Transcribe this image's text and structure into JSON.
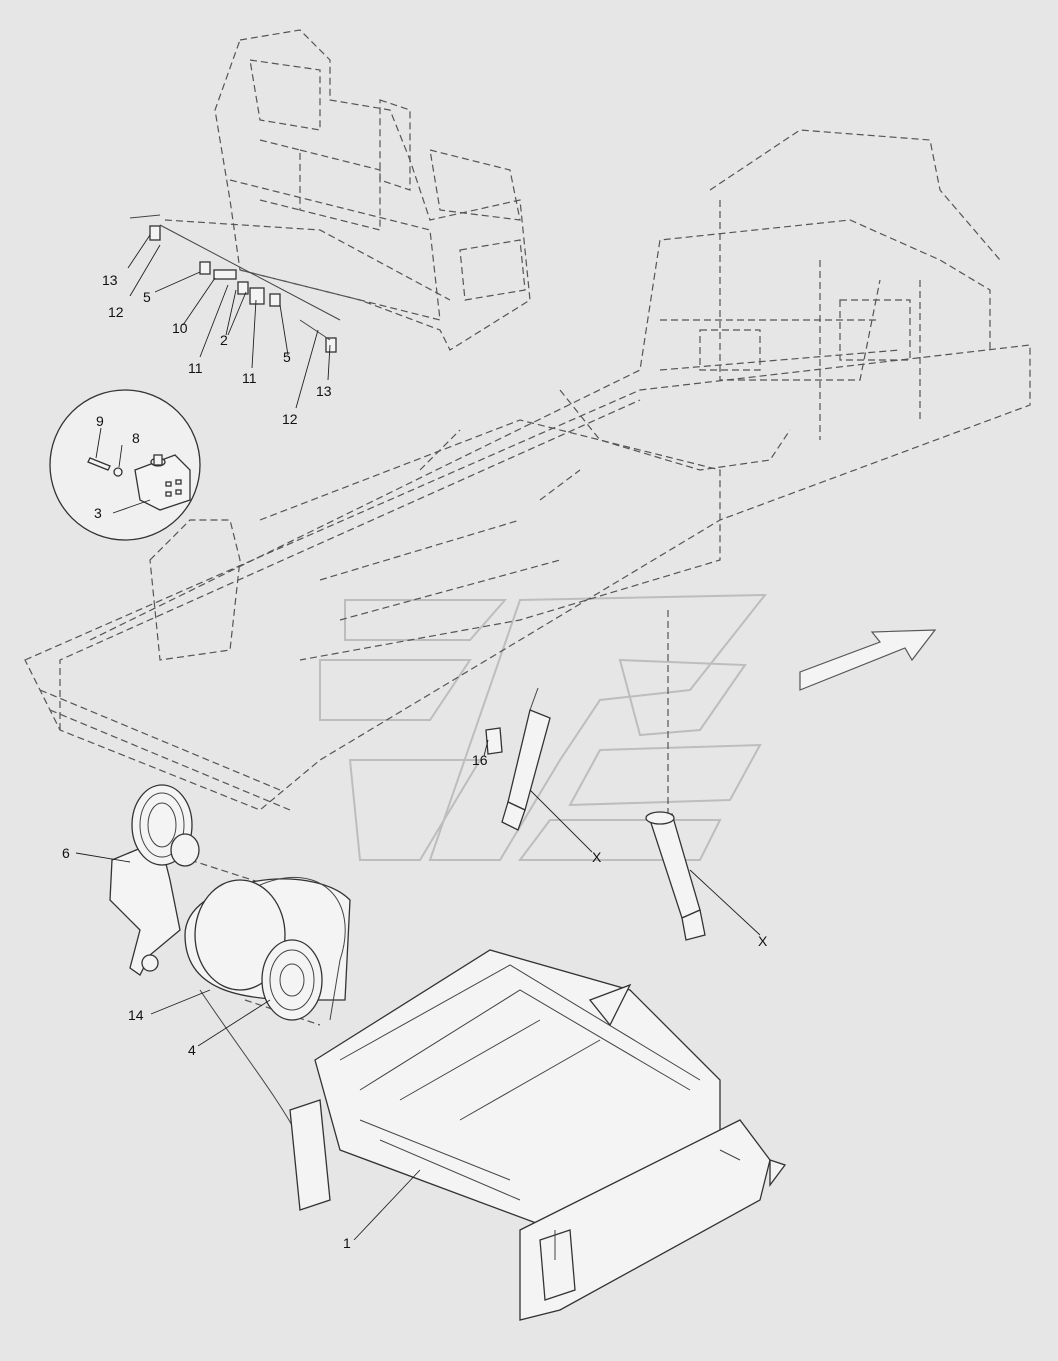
{
  "callouts": [
    {
      "id": "c13a",
      "text": "13"
    },
    {
      "id": "c12a",
      "text": "12"
    },
    {
      "id": "c5a",
      "text": "5"
    },
    {
      "id": "c10",
      "text": "10"
    },
    {
      "id": "c11a",
      "text": "11"
    },
    {
      "id": "c2",
      "text": "2"
    },
    {
      "id": "c11b",
      "text": "11"
    },
    {
      "id": "c5b",
      "text": "5"
    },
    {
      "id": "c12b",
      "text": "12"
    },
    {
      "id": "c13b",
      "text": "13"
    },
    {
      "id": "c9",
      "text": "9"
    },
    {
      "id": "c8",
      "text": "8"
    },
    {
      "id": "c3",
      "text": "3"
    },
    {
      "id": "c16",
      "text": "16"
    },
    {
      "id": "cXa",
      "text": "X"
    },
    {
      "id": "cXb",
      "text": "X"
    },
    {
      "id": "c6",
      "text": "6"
    },
    {
      "id": "c14",
      "text": "14"
    },
    {
      "id": "c4",
      "text": "4"
    },
    {
      "id": "c1",
      "text": "1"
    }
  ]
}
